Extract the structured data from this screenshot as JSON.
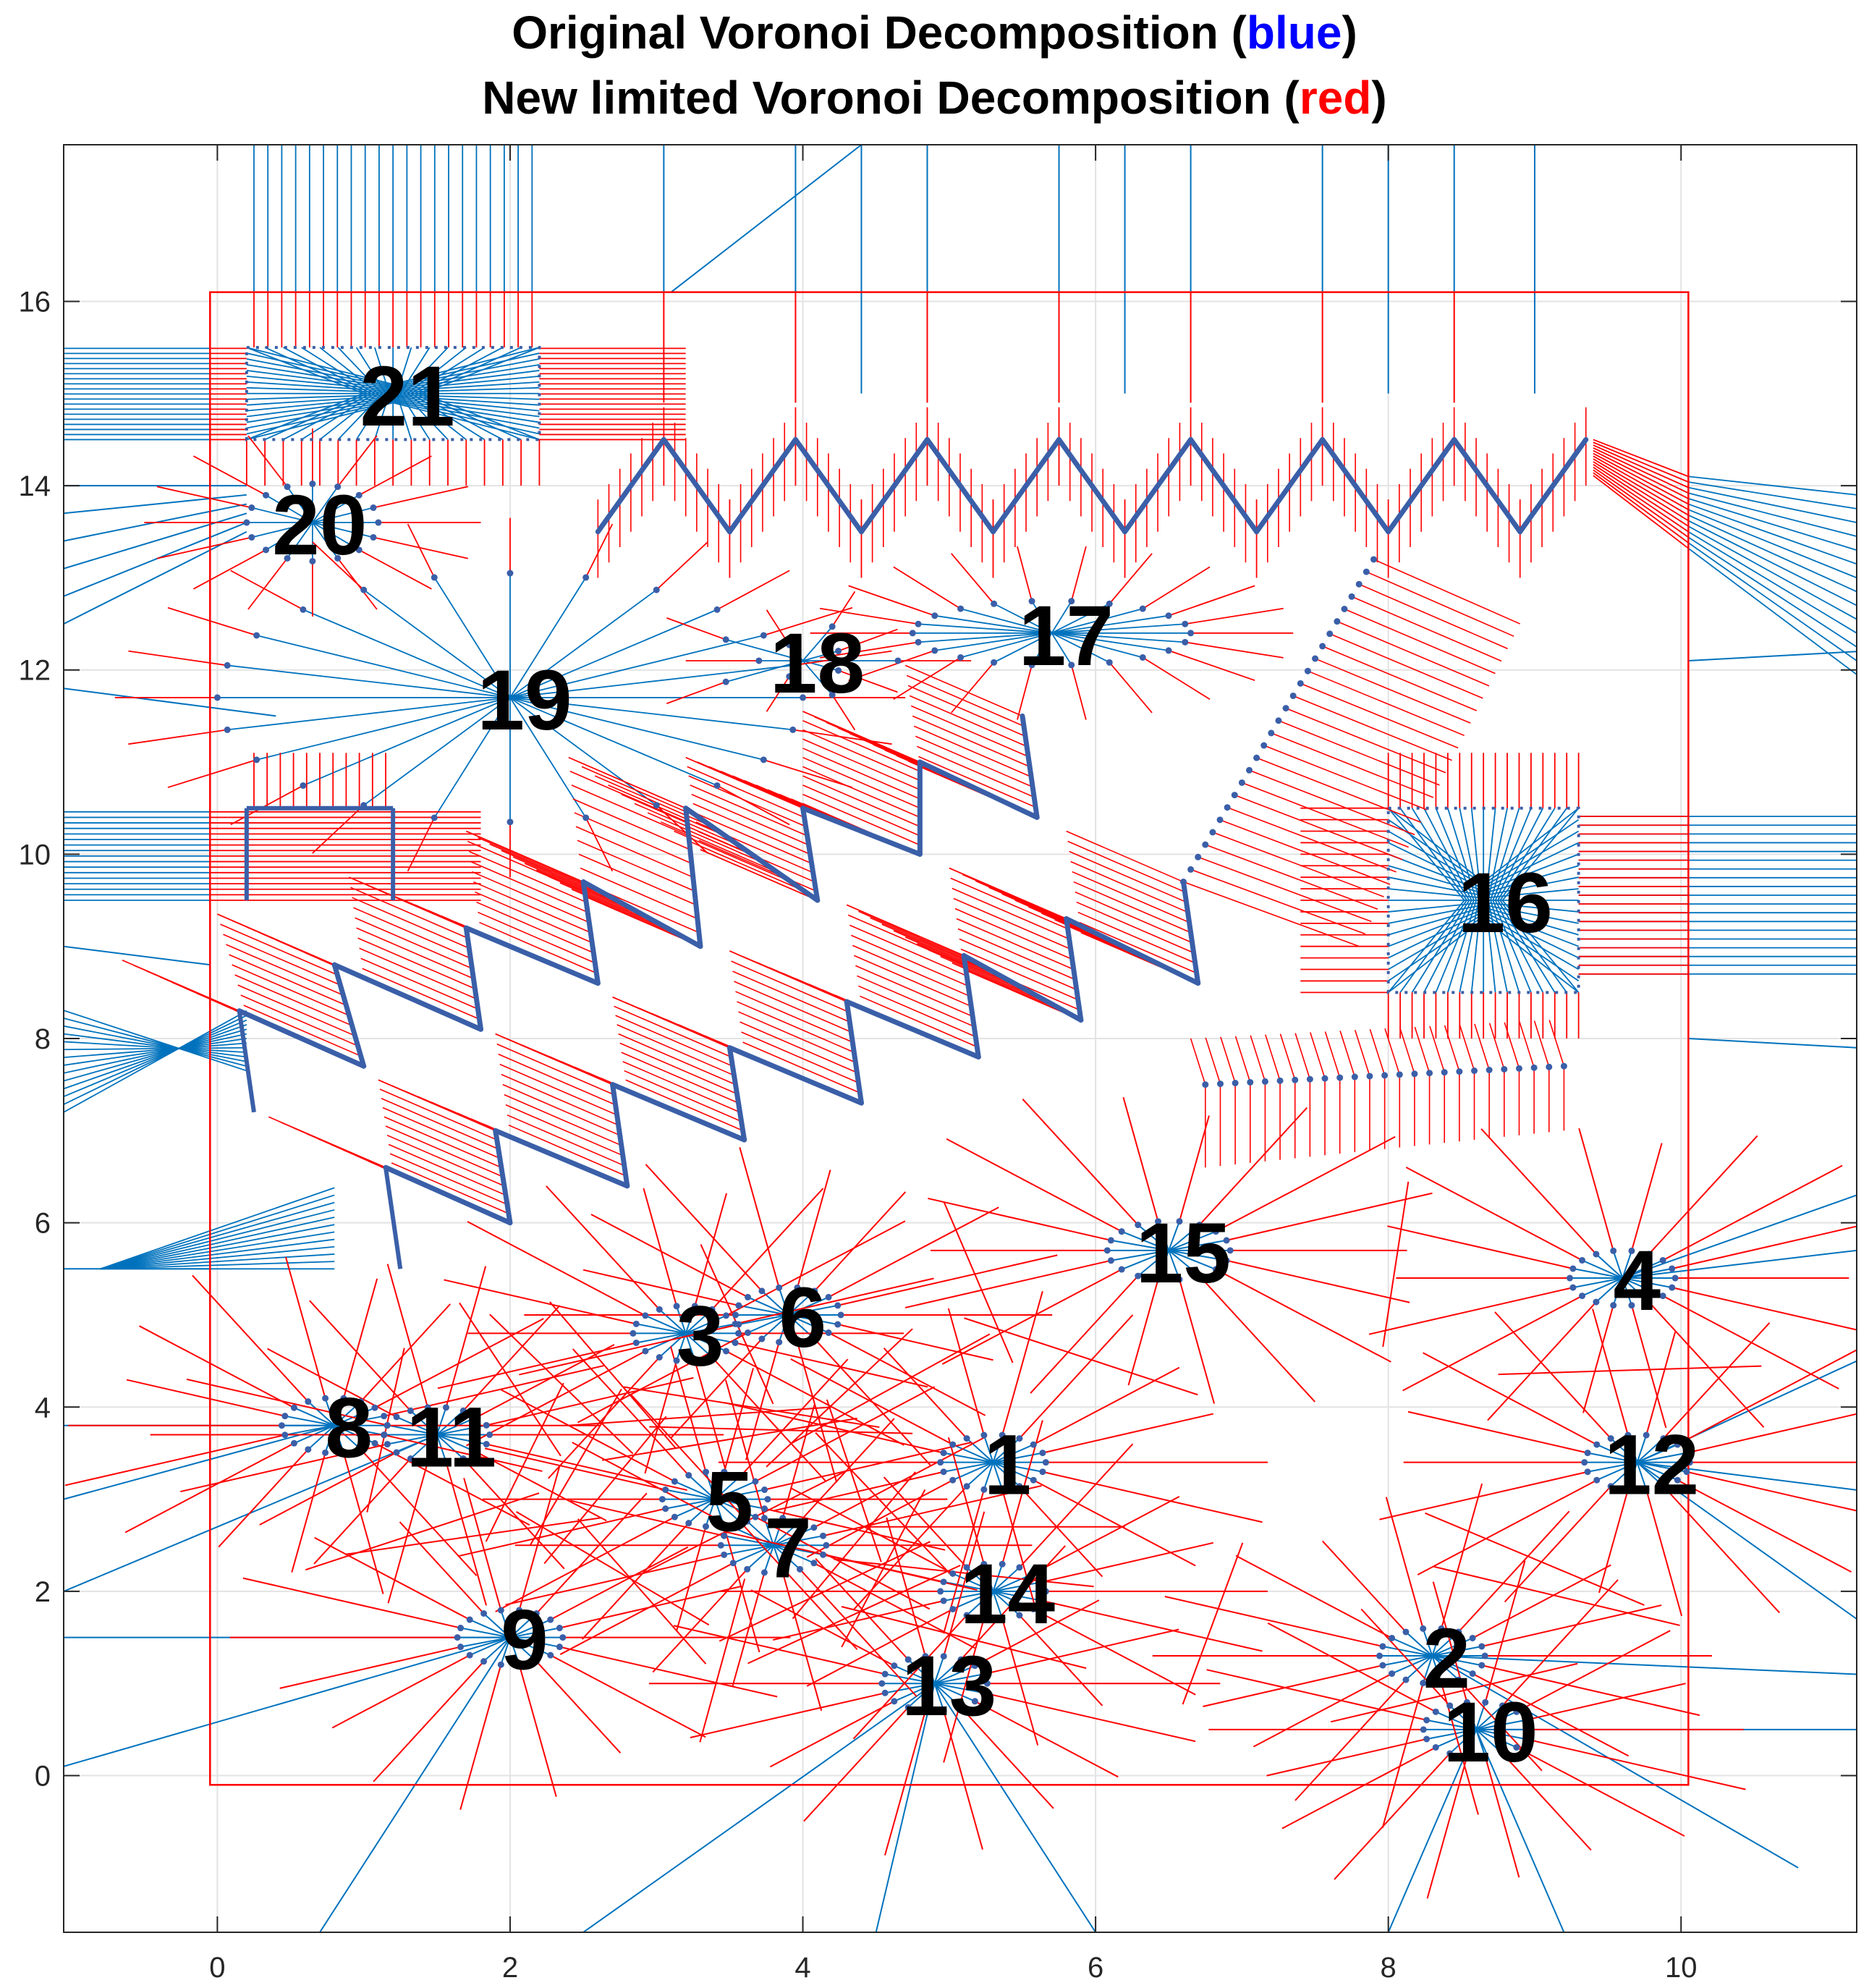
{
  "title": {
    "line1_prefix": "Original Voronoi Decomposition (",
    "line1_word": "blue",
    "line1_suffix": ")",
    "line2_prefix": "New limited Voronoi Decomposition (",
    "line2_word": "red",
    "line2_suffix": ")"
  },
  "colors": {
    "blue": "#0072BD",
    "red": "#FF0000",
    "text_blue": "#0000FF",
    "text_red": "#FF0000"
  },
  "chart_data": {
    "type": "scatter",
    "xlim": [
      -1.05,
      11.2
    ],
    "ylim": [
      -1.7,
      17.7
    ],
    "grid": true,
    "xticks": [
      0,
      2,
      4,
      6,
      8,
      10
    ],
    "yticks": [
      0,
      2,
      4,
      6,
      8,
      10,
      12,
      14,
      16
    ],
    "boundary": {
      "x": [
        -0.05,
        10.05
      ],
      "y": [
        -0.1,
        16.1
      ]
    },
    "obstacles": [
      {
        "id": "1",
        "x": 5.3,
        "y": 3.4
      },
      {
        "id": "2",
        "x": 8.3,
        "y": 1.3
      },
      {
        "id": "3",
        "x": 3.2,
        "y": 4.8
      },
      {
        "id": "4",
        "x": 9.6,
        "y": 5.4
      },
      {
        "id": "5",
        "x": 3.4,
        "y": 3.0
      },
      {
        "id": "6",
        "x": 3.9,
        "y": 5.0
      },
      {
        "id": "7",
        "x": 3.8,
        "y": 2.5
      },
      {
        "id": "8",
        "x": 0.8,
        "y": 3.8
      },
      {
        "id": "9",
        "x": 2.0,
        "y": 1.5
      },
      {
        "id": "10",
        "x": 8.6,
        "y": 0.5
      },
      {
        "id": "11",
        "x": 1.5,
        "y": 3.7
      },
      {
        "id": "12",
        "x": 9.7,
        "y": 3.4
      },
      {
        "id": "13",
        "x": 4.9,
        "y": 1.0
      },
      {
        "id": "14",
        "x": 5.3,
        "y": 2.0
      },
      {
        "id": "15",
        "x": 6.5,
        "y": 5.7
      },
      {
        "id": "16",
        "x": 8.7,
        "y": 9.5
      },
      {
        "id": "17",
        "x": 5.7,
        "y": 12.4
      },
      {
        "id": "18",
        "x": 4.0,
        "y": 12.1
      },
      {
        "id": "19",
        "x": 2.0,
        "y": 11.7
      },
      {
        "id": "20",
        "x": 0.6,
        "y": 13.6
      },
      {
        "id": "21",
        "x": 1.2,
        "y": 15.0
      }
    ]
  }
}
